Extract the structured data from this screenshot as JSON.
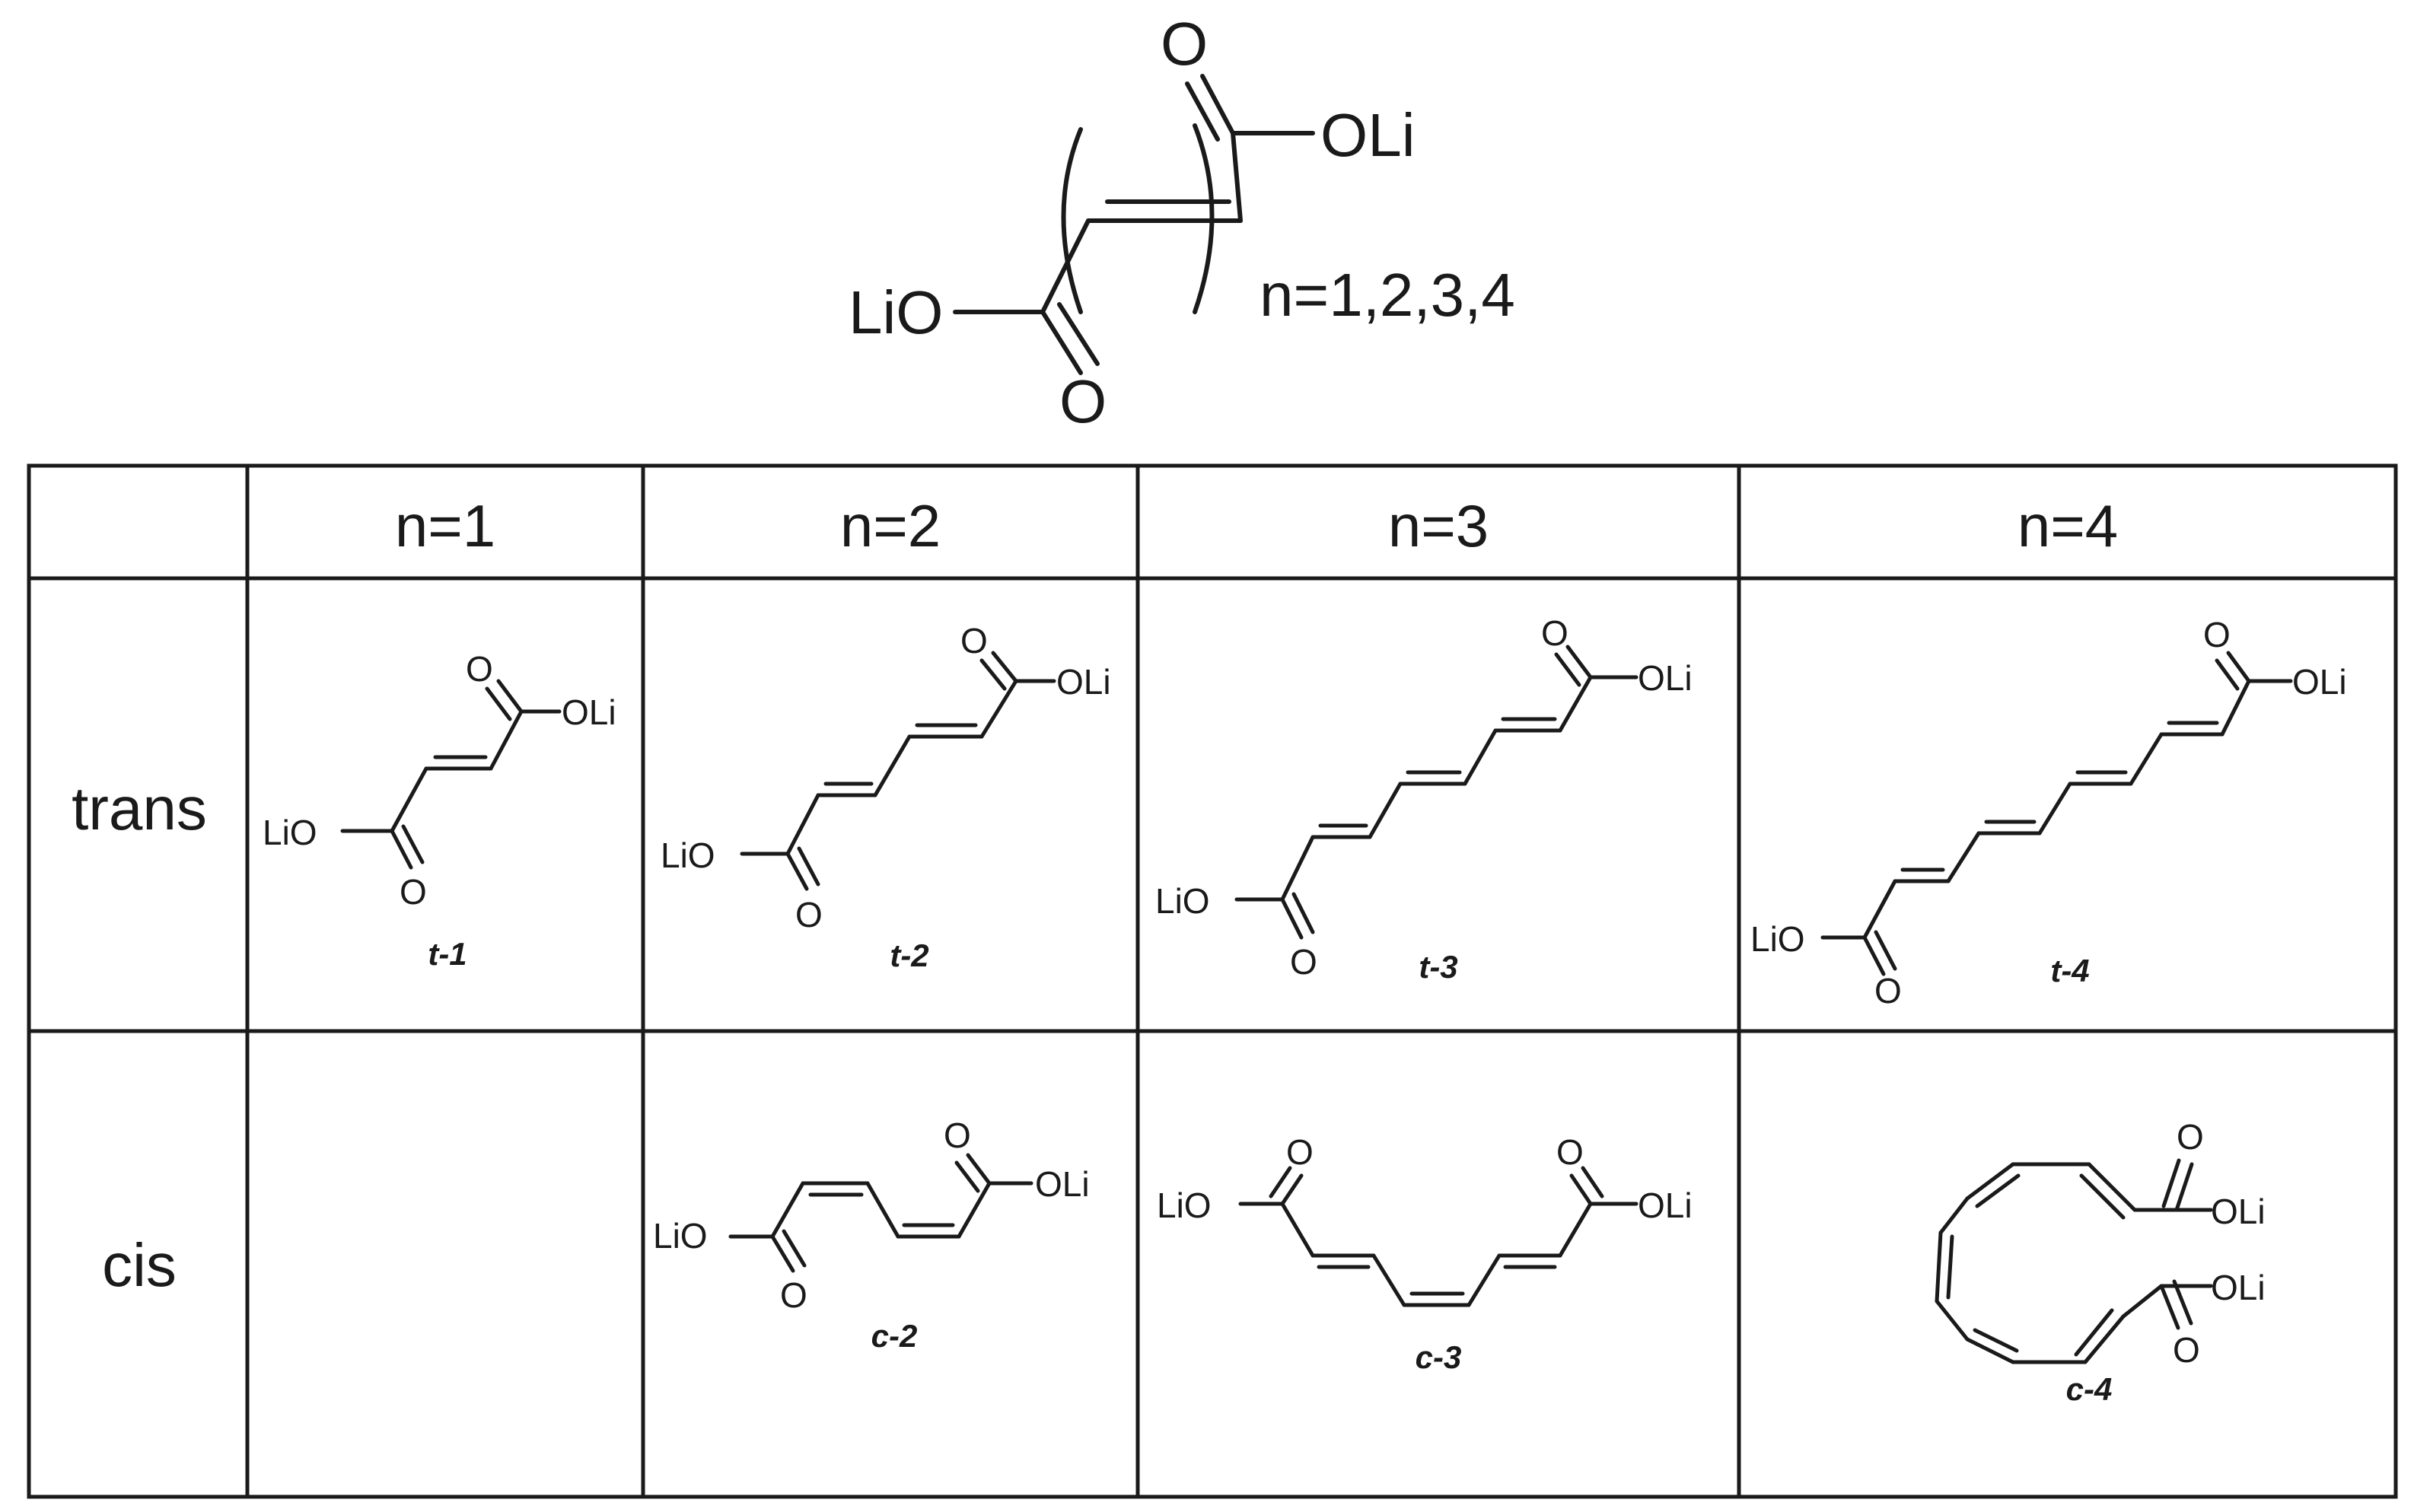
{
  "general": {
    "atoms": {
      "oli": "OLi",
      "lio": "LiO",
      "o": "O"
    },
    "n_values": "n=1,2,3,4"
  },
  "table": {
    "columns": [
      "n=1",
      "n=2",
      "n=3",
      "n=4"
    ],
    "rows": [
      {
        "label": "trans",
        "compounds": [
          "t-1",
          "t-2",
          "t-3",
          "t-4"
        ]
      },
      {
        "label": "cis",
        "compounds": [
          "",
          "c-2",
          "c-3",
          "c-4"
        ]
      }
    ]
  },
  "colors": {
    "ink": "#1a1a1a",
    "background": "#ffffff"
  }
}
